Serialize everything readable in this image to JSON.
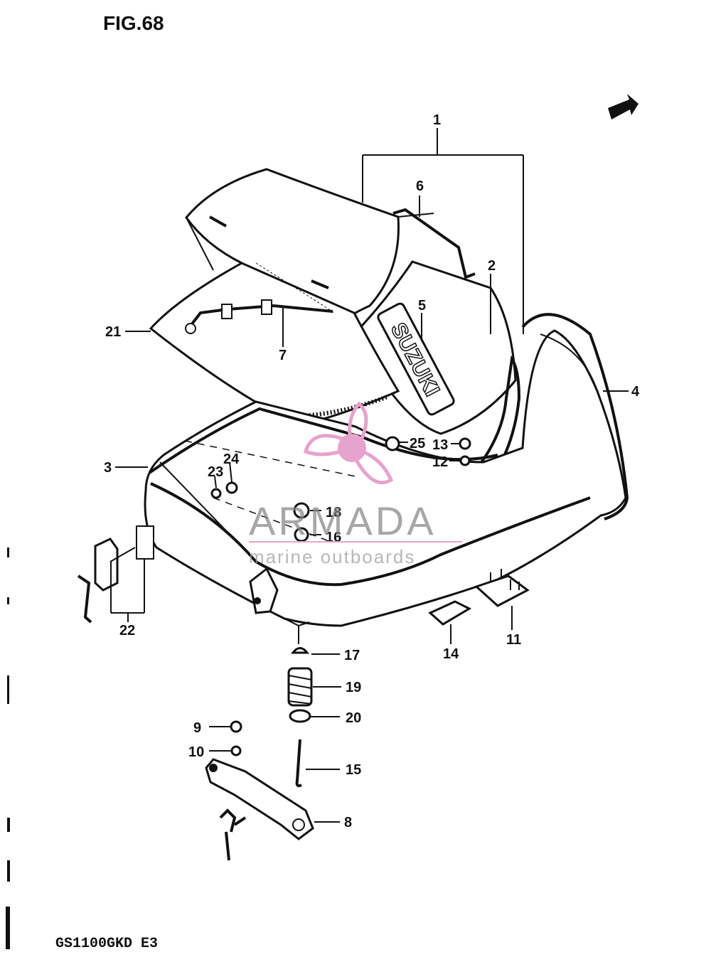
{
  "figure": {
    "title": "FIG.68",
    "model_code": "GS1100GKD E3",
    "logo_text": "SUZUKI"
  },
  "callouts": [
    {
      "id": "1",
      "text": "1"
    },
    {
      "id": "2",
      "text": "2"
    },
    {
      "id": "3",
      "text": "3"
    },
    {
      "id": "4",
      "text": "4"
    },
    {
      "id": "5",
      "text": "5"
    },
    {
      "id": "6",
      "text": "6"
    },
    {
      "id": "7",
      "text": "7"
    },
    {
      "id": "8",
      "text": "8"
    },
    {
      "id": "9",
      "text": "9"
    },
    {
      "id": "10",
      "text": "10"
    },
    {
      "id": "11",
      "text": "11"
    },
    {
      "id": "12",
      "text": "12"
    },
    {
      "id": "13",
      "text": "13"
    },
    {
      "id": "14",
      "text": "14"
    },
    {
      "id": "15",
      "text": "15"
    },
    {
      "id": "16",
      "text": "16"
    },
    {
      "id": "17",
      "text": "17"
    },
    {
      "id": "18",
      "text": "18"
    },
    {
      "id": "19",
      "text": "19"
    },
    {
      "id": "20",
      "text": "20"
    },
    {
      "id": "21",
      "text": "21"
    },
    {
      "id": "22",
      "text": "22"
    },
    {
      "id": "23",
      "text": "23"
    },
    {
      "id": "24",
      "text": "24"
    },
    {
      "id": "25",
      "text": "25"
    }
  ],
  "watermark": {
    "brand": "ARMADA",
    "tagline": "marine outboards",
    "color": "#e6a3cc"
  }
}
